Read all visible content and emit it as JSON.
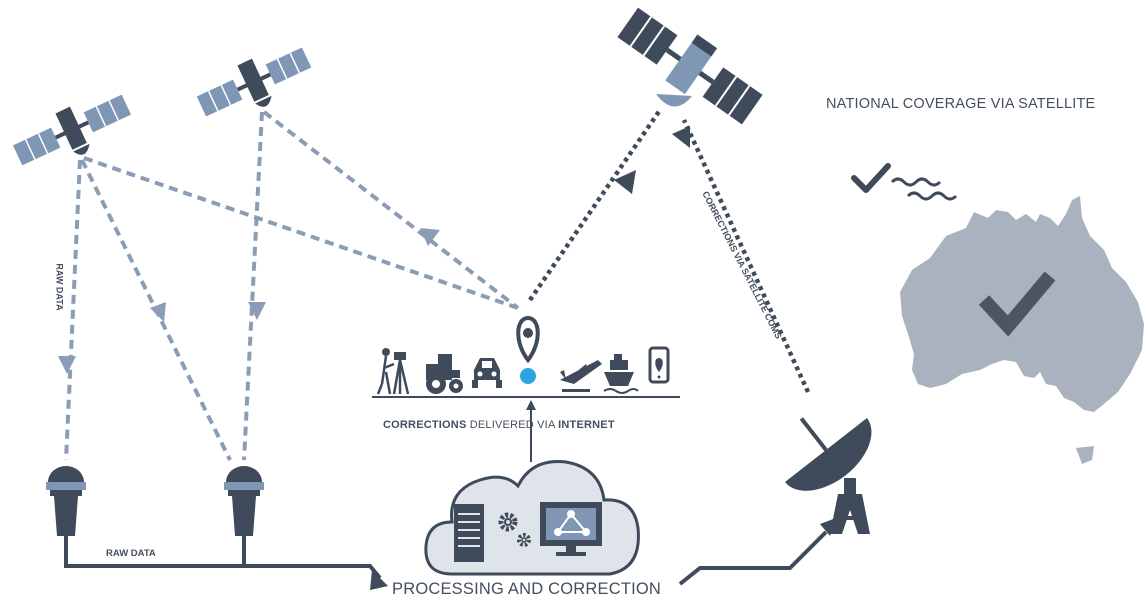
{
  "labels": {
    "national_coverage": "NATIONAL COVERAGE VIA SATELLITE",
    "processing": "PROCESSING AND CORRECTION",
    "raw_data_bottom": "RAW DATA",
    "raw_data_vertical": "RAW DATA",
    "corrections_sat_coms": "CORRECTIONS VIA SATELLITE COMS",
    "corrections_internet_1": "CORRECTIONS",
    "corrections_internet_2": " DELIVERED VIA ",
    "corrections_internet_3": "INTERNET"
  },
  "colors": {
    "dark_slate": "#3f4b5a",
    "panel_blue": "#7f97b5",
    "dash_blue": "#8a9db5",
    "map_gray": "#a9b2be",
    "check_dark": "#4c5663",
    "location_dot": "#2ea3e0",
    "cloud_fill": "#dfe4ea"
  },
  "icons": [
    "satellite-icon",
    "gnss-reference-station-icon",
    "cloud-server-icon",
    "gears-icon",
    "monitor-network-icon",
    "surveyor-tripod-icon",
    "tractor-icon",
    "car-icon",
    "location-pin-icon",
    "airplane-icon",
    "ship-icon",
    "smartphone-icon",
    "satellite-dish-icon",
    "check-icon",
    "waves-icon",
    "australia-map"
  ]
}
